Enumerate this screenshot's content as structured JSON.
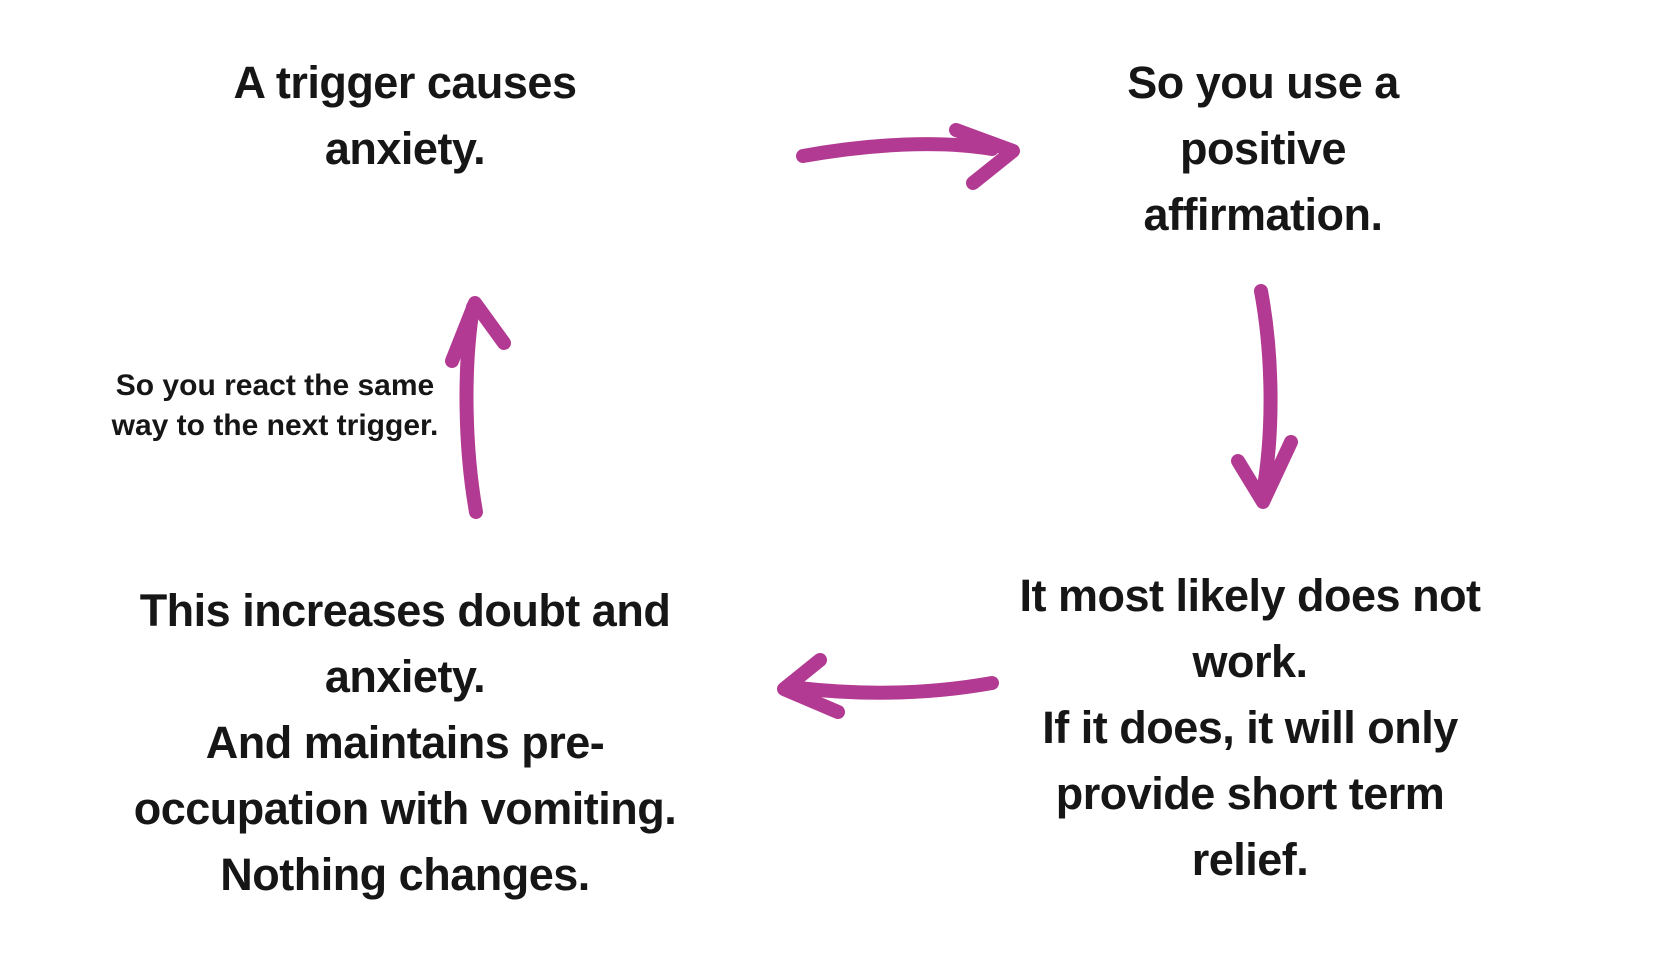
{
  "diagram": {
    "type": "cycle",
    "colors": {
      "background": "#ffffff",
      "text": "#161616",
      "arrow": "#b23a92"
    },
    "nodes": {
      "trigger": "A trigger causes\nanxiety.",
      "affirmation": "So you use a\npositive\naffirmation.",
      "not_work": "It most likely does not\nwork.\nIf it does, it will only\nprovide short term\nrelief.",
      "doubt": "This increases doubt and\nanxiety.\nAnd maintains pre-\noccupation with vomiting.\nNothing changes.",
      "react_note": "So you react the same\nway to the next trigger."
    },
    "arrows": [
      {
        "name": "arrow-trigger-to-affirmation",
        "from": "trigger",
        "to": "affirmation",
        "direction": "right"
      },
      {
        "name": "arrow-affirmation-to-not-work",
        "from": "affirmation",
        "to": "not_work",
        "direction": "down"
      },
      {
        "name": "arrow-not-work-to-doubt",
        "from": "not_work",
        "to": "doubt",
        "direction": "left"
      },
      {
        "name": "arrow-doubt-to-trigger",
        "from": "doubt",
        "to": "trigger",
        "direction": "up"
      }
    ]
  }
}
